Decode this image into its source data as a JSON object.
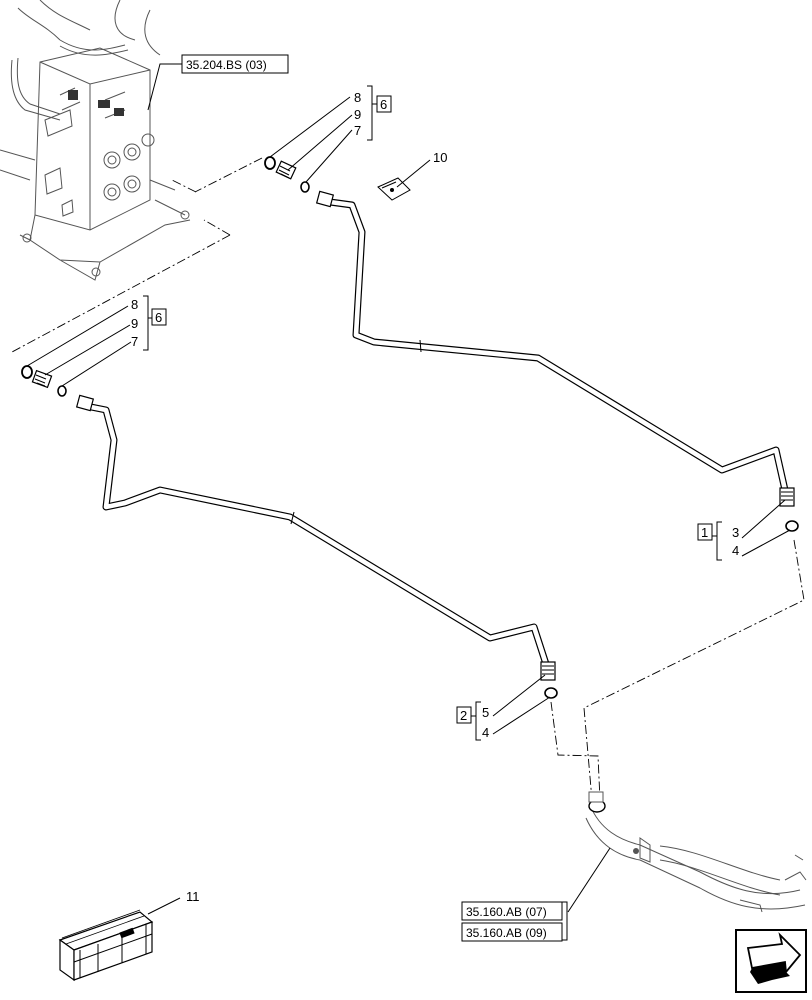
{
  "references": {
    "valve_block": "35.204.BS (03)",
    "hose_ref_1": "35.160.AB (07)",
    "hose_ref_2": "35.160.AB (09)"
  },
  "kit_upper": {
    "kit": "6",
    "item_a": "8",
    "item_b": "9",
    "item_c": "7"
  },
  "kit_lower": {
    "kit": "6",
    "item_a": "8",
    "item_b": "9",
    "item_c": "7"
  },
  "item_10": "10",
  "kit_right": {
    "kit": "1",
    "item_a": "3",
    "item_b": "4"
  },
  "kit_bottom": {
    "kit": "2",
    "item_a": "5",
    "item_b": "4"
  },
  "item_11": "11",
  "icons": {
    "box": "shipping-crate-icon",
    "nav": "next-page-arrow-icon"
  }
}
